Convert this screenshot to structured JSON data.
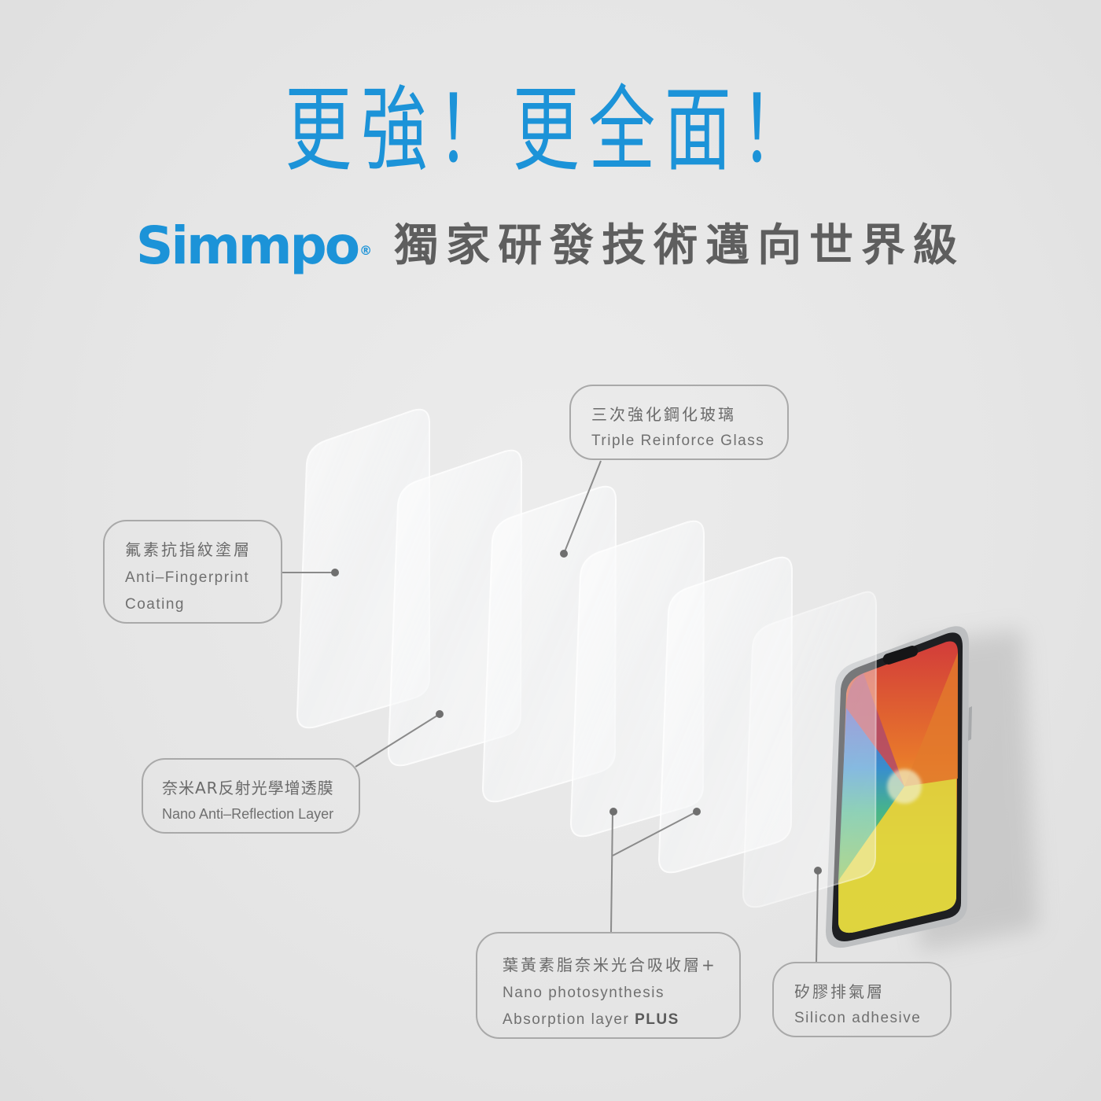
{
  "headline": "更強！更全面！",
  "brand": {
    "name": "Simmpo",
    "mark": "®"
  },
  "tagline": "獨家研發技術邁向世界級",
  "callouts": {
    "anti_fingerprint": {
      "zh": "氟素抗指紋塗層",
      "en_line1": "Anti–Fingerprint",
      "en_line2": "Coating"
    },
    "glass": {
      "zh": "三次強化鋼化玻璃",
      "en": "Triple Reinforce Glass"
    },
    "ar_layer": {
      "zh": "奈米AR反射光學增透膜",
      "en": "Nano Anti–Reflection Layer"
    },
    "photosynthesis": {
      "zh": "葉黃素脂奈米光合吸收層+",
      "en_line1": "Nano photosynthesis",
      "en_line2_prefix": "Absorption layer ",
      "en_line2_bold": "PLUS"
    },
    "silicon": {
      "zh": "矽膠排氣層",
      "en": "Silicon adhesive"
    }
  },
  "colors": {
    "brand_blue": "#1c93d8",
    "text_gray": "#5e5e5e",
    "line_gray": "#8a8a8a"
  }
}
